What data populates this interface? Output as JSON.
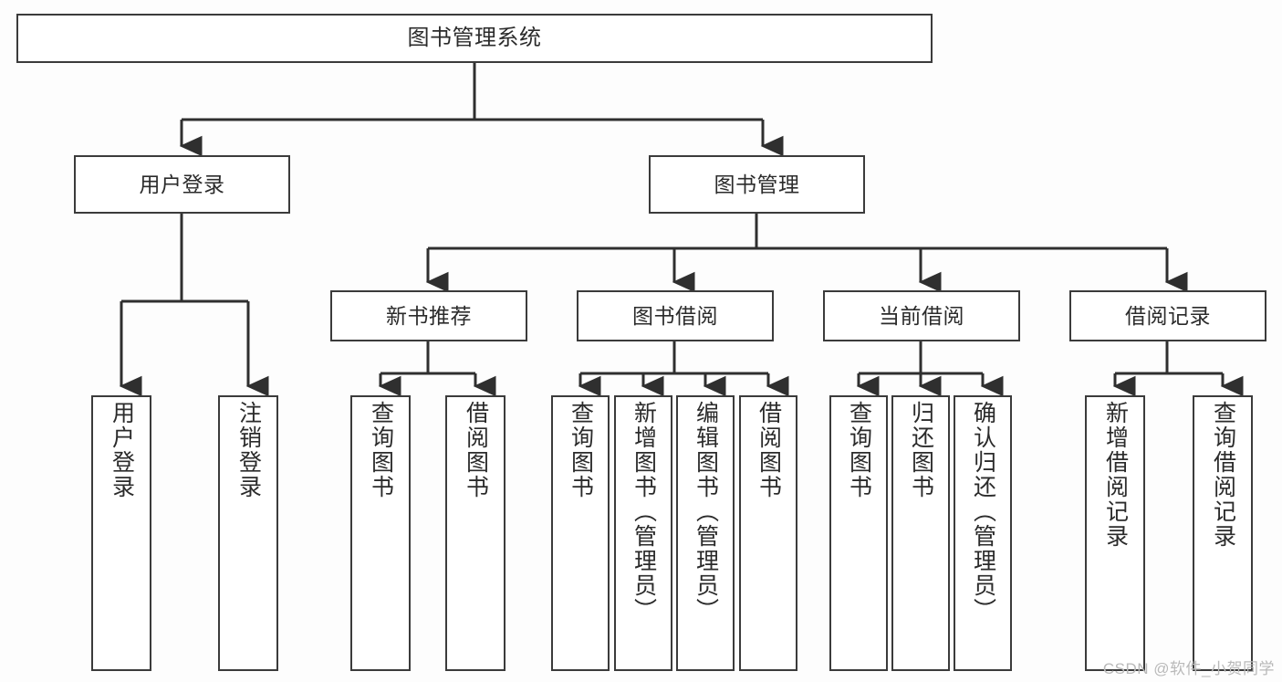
{
  "diagram": {
    "title": "图书管理系统",
    "type": "tree-hierarchy",
    "root": {
      "label": "图书管理系统"
    },
    "level1": [
      {
        "label": "用户登录"
      },
      {
        "label": "图书管理"
      }
    ],
    "level2": [
      {
        "label": "新书推荐"
      },
      {
        "label": "图书借阅"
      },
      {
        "label": "当前借阅"
      },
      {
        "label": "借阅记录"
      }
    ],
    "leaves": {
      "user_login": [
        {
          "label": "用户登录"
        },
        {
          "label": "注销登录"
        }
      ],
      "new_book_recommend": [
        {
          "label": "查询图书"
        },
        {
          "label": "借阅图书"
        }
      ],
      "book_borrow": [
        {
          "label": "查询图书"
        },
        {
          "label": "新增图书（管理员）"
        },
        {
          "label": "编辑图书（管理员）"
        },
        {
          "label": "借阅图书"
        }
      ],
      "current_borrow": [
        {
          "label": "查询图书"
        },
        {
          "label": "归还图书"
        },
        {
          "label": "确认归还（管理员）"
        }
      ],
      "borrow_record": [
        {
          "label": "新增借阅记录"
        },
        {
          "label": "查询借阅记录"
        }
      ]
    }
  },
  "watermark": {
    "text": "CSDN @软件_小贺同学"
  },
  "colors": {
    "stroke": "#3b3b3b",
    "box_fill": "#ffffff",
    "text": "#2b2b2b",
    "watermark": "#b9b9b9",
    "background": "#fdfdfd"
  }
}
